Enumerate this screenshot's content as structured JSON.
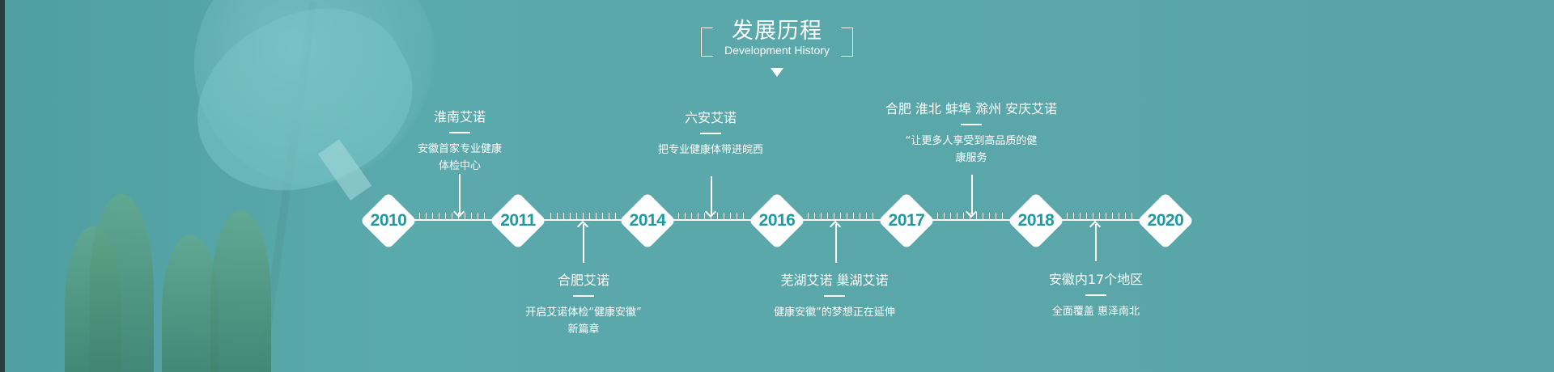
{
  "heading": {
    "title": "发展历程",
    "subtitle": "Development History"
  },
  "colors": {
    "background": "#58a6a8",
    "year_text": "#1f9aa0",
    "line": "#ffffff"
  },
  "years": [
    "2010",
    "2011",
    "2014",
    "2016",
    "2017",
    "2018",
    "2020"
  ],
  "events": [
    {
      "name": "淮南艾诺",
      "desc": [
        "安徽首家专业健康",
        "体检中心"
      ]
    },
    {
      "name": "合肥艾诺",
      "desc": [
        "开启艾诺体检“健康安徽”",
        "新篇章"
      ]
    },
    {
      "name": "六安艾诺",
      "desc": [
        "把专业健康体带进皖西"
      ]
    },
    {
      "name": "芜湖艾诺 巢湖艾诺",
      "desc": [
        "健康安徽”的梦想正在延伸"
      ]
    },
    {
      "name": "合肥 淮北 蚌埠 滁州 安庆艾诺",
      "desc": [
        "“让更多人享受到高品质的健",
        "康服务"
      ]
    },
    {
      "name": "安徽内17个地区",
      "desc": [
        "全面覆盖 惠泽南北"
      ]
    }
  ]
}
